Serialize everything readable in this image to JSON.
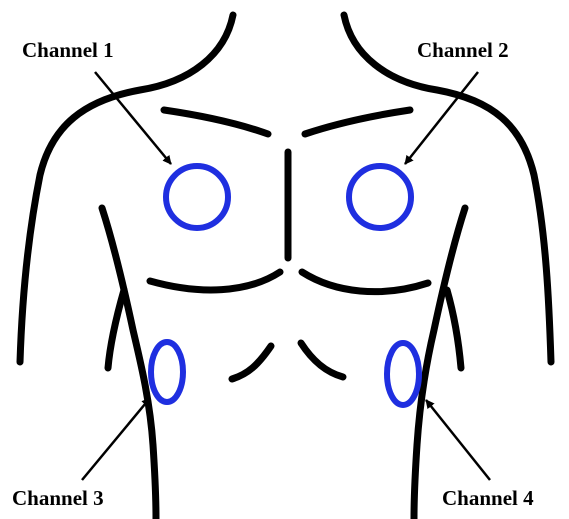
{
  "colors": {
    "outline": "#000000",
    "electrode": "#1f2fe0",
    "background": "#ffffff"
  },
  "channels": [
    {
      "label": "Channel 1",
      "electrode_shape": "circle"
    },
    {
      "label": "Channel 2",
      "electrode_shape": "circle"
    },
    {
      "label": "Channel 3",
      "electrode_shape": "ellipse"
    },
    {
      "label": "Channel 4",
      "electrode_shape": "ellipse"
    }
  ]
}
